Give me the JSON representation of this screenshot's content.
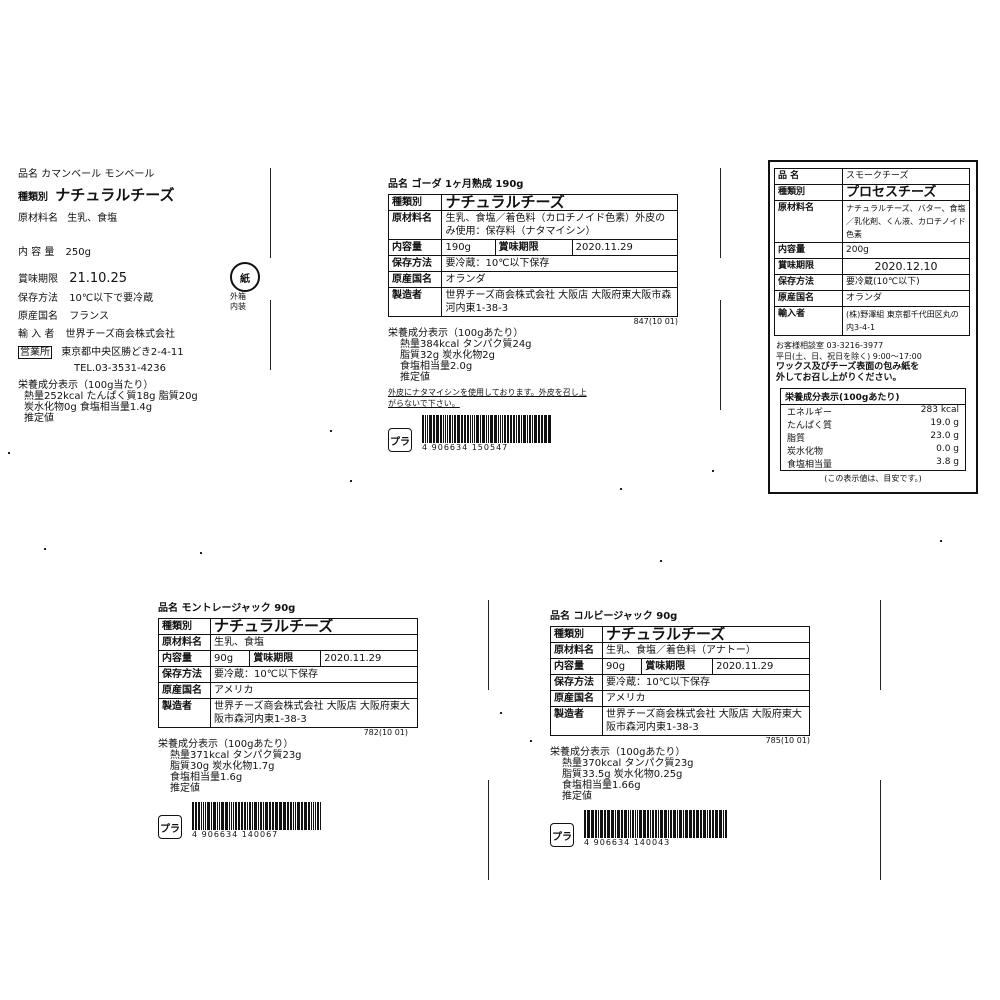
{
  "label1": {
    "title": "品名 カマンベール モンベール",
    "type_key": "種類別",
    "type_val": "ナチュラルチーズ",
    "rows": [
      {
        "k": "原材料名",
        "v": "生乳、食塩"
      },
      {
        "k": "内 容 量",
        "v": "250g"
      },
      {
        "k": "賞味期限",
        "v": "21.10.25"
      },
      {
        "k": "保存方法",
        "v": "10℃以下で要冷蔵"
      },
      {
        "k": "原産国名",
        "v": "フランス"
      },
      {
        "k": "輸 入 者",
        "v": "世界チーズ商会株式会社"
      },
      {
        "k": "営業所",
        "v": "東京都中央区勝どき2-4-11"
      },
      {
        "k": "",
        "v": "TEL.03-3531-4236"
      }
    ],
    "paper_mark": "紙",
    "paper_note": "外箱\n内装",
    "nutrition": [
      "栄養成分表示（100g当たり）",
      "熱量252kcal たんぱく質18g 脂質20g",
      "炭水化物0g 食塩相当量1.4g",
      "推定値"
    ]
  },
  "label2": {
    "title": "品名 ゴーダ 1ヶ月熟成 190g",
    "rows": [
      {
        "k": "種類別",
        "v": "ナチュラルチーズ"
      },
      {
        "k": "原材料名",
        "v": "生乳、食塩／着色料（カロチノイド色素）外皮のみ使用：保存料（ナタマイシン）"
      },
      {
        "k": "保存方法",
        "v": "要冷蔵：10℃以下保存"
      },
      {
        "k": "原産国名",
        "v": "オランダ"
      },
      {
        "k": "製造者",
        "v": "世界チーズ商会株式会社 大阪店 大阪府東大阪市森河内東1-38-3"
      }
    ],
    "qty_k": "内容量",
    "qty_v": "190g",
    "exp_k": "賞味期限",
    "exp_v": "2020.11.29",
    "code": "847(10 01)",
    "nutrition": [
      "栄養成分表示（100gあたり）",
      "熱量384kcal タンパク質24g",
      "脂質32g 炭水化物2g",
      "食塩相当量2.0g",
      "推定値"
    ],
    "note": "外皮にナタマイシンを使用しております。外皮を召し上がらないで下さい。",
    "recycle": "プラ",
    "barcode": "4 906634 150547"
  },
  "label3": {
    "rows": [
      {
        "k": "品 名",
        "v": "スモークチーズ"
      },
      {
        "k": "種類別",
        "v": "プロセスチーズ"
      },
      {
        "k": "原材料名",
        "v": "ナチュラルチーズ、バター、食塩／乳化剤、くん液、カロチノイド色素"
      },
      {
        "k": "内容量",
        "v": "200g"
      },
      {
        "k": "賞味期限",
        "v": "2020.12.10"
      },
      {
        "k": "保存方法",
        "v": "要冷蔵(10℃以下)"
      },
      {
        "k": "原産国名",
        "v": "オランダ"
      },
      {
        "k": "輸入者",
        "v": "(株)野澤組 東京都千代田区丸の内3-4-1"
      }
    ],
    "contact": [
      "お客様相談室 03-3216-3977",
      "平日(土、日、祝日を除く) 9:00～17:00",
      "ワックス及びチーズ表面の包み紙を",
      "外してお召し上がりください。"
    ],
    "nut_title": "栄養成分表示(100gあたり)",
    "nutrition": [
      {
        "k": "エネルギー",
        "v": "283 kcal"
      },
      {
        "k": "たんぱく質",
        "v": "19.0 g"
      },
      {
        "k": "脂質",
        "v": "23.0 g"
      },
      {
        "k": "炭水化物",
        "v": "0.0 g"
      },
      {
        "k": "食塩相当量",
        "v": "3.8 g"
      }
    ],
    "footnote": "(この表示値は、目安です。)"
  },
  "label4": {
    "title": "品名 モントレージャック 90g",
    "rows": [
      {
        "k": "種類別",
        "v": "ナチュラルチーズ"
      },
      {
        "k": "原材料名",
        "v": "生乳、食塩"
      },
      {
        "k": "保存方法",
        "v": "要冷蔵：10℃以下保存"
      },
      {
        "k": "原産国名",
        "v": "アメリカ"
      },
      {
        "k": "製造者",
        "v": "世界チーズ商会株式会社 大阪店 大阪府東大阪市森河内東1-38-3"
      }
    ],
    "qty_k": "内容量",
    "qty_v": "90g",
    "exp_k": "賞味期限",
    "exp_v": "2020.11.29",
    "code": "782(10 01)",
    "nutrition": [
      "栄養成分表示（100gあたり）",
      "熱量371kcal タンパク質23g",
      "脂質30g 炭水化物1.7g",
      "食塩相当量1.6g",
      "推定値"
    ],
    "recycle": "プラ",
    "barcode": "4 906634 140067"
  },
  "label5": {
    "title": "品名 コルビージャック 90g",
    "rows": [
      {
        "k": "種類別",
        "v": "ナチュラルチーズ"
      },
      {
        "k": "原材料名",
        "v": "生乳、食塩／着色料（アナトー）"
      },
      {
        "k": "保存方法",
        "v": "要冷蔵：10℃以下保存"
      },
      {
        "k": "原産国名",
        "v": "アメリカ"
      },
      {
        "k": "製造者",
        "v": "世界チーズ商会株式会社 大阪店 大阪府東大阪市森河内東1-38-3"
      }
    ],
    "qty_k": "内容量",
    "qty_v": "90g",
    "exp_k": "賞味期限",
    "exp_v": "2020.11.29",
    "code": "785(10 01)",
    "nutrition": [
      "栄養成分表示（100gあたり）",
      "熱量370kcal タンパク質23g",
      "脂質33.5g 炭水化物0.25g",
      "食塩相当量1.66g",
      "推定値"
    ],
    "recycle": "プラ",
    "barcode": "4 906634 140043"
  }
}
